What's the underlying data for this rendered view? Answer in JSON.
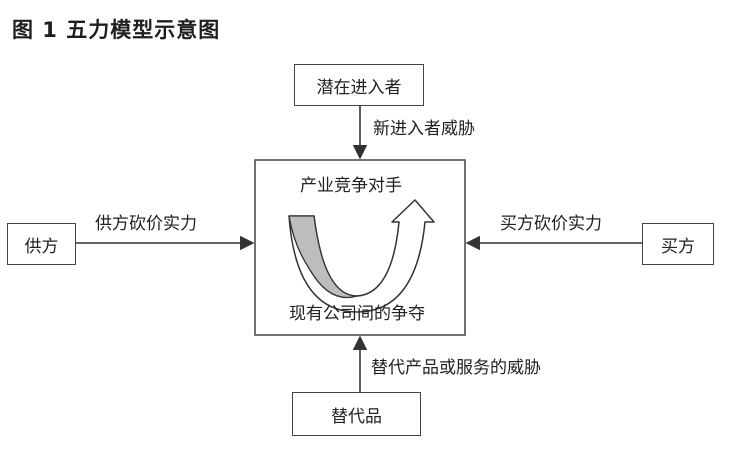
{
  "title": "图 1  五力模型示意图",
  "nodes": {
    "top": "潜在进入者",
    "left": "供方",
    "right": "买方",
    "bottom": "替代品"
  },
  "center": {
    "top_text": "产业竞争对手",
    "bottom_text": "现有公司间的争夺"
  },
  "edges": {
    "top": "新进入者威胁",
    "left": "供方砍价实力",
    "right": "买方砍价实力",
    "bottom": "替代产品或服务的威胁"
  },
  "colors": {
    "stroke": "#444444",
    "arc_fill": "#bdbdbd"
  }
}
